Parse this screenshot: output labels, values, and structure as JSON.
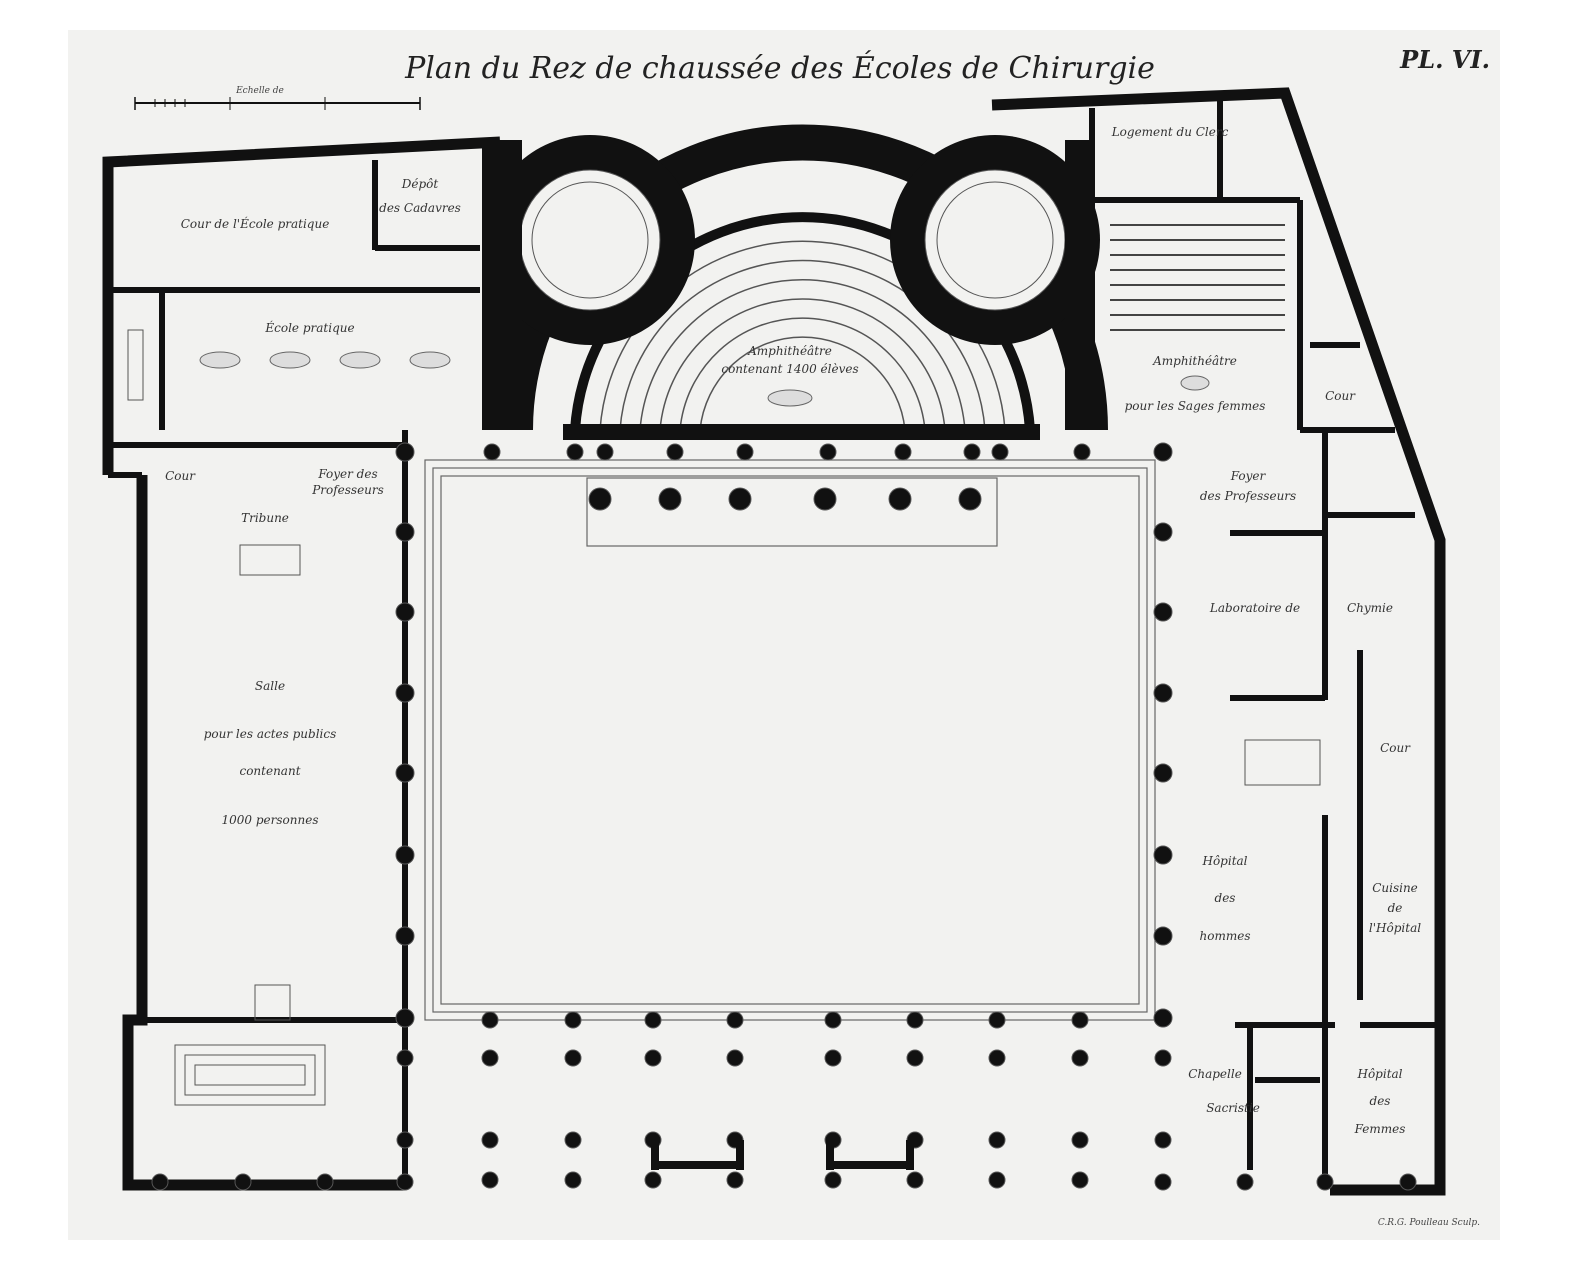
{
  "plate": {
    "title": "Plan du Rez de chaussée des Écoles de Chirurgie",
    "number": "PL. VI.",
    "scale_label": "Echelle de",
    "engraver": "C.R.G. Poulleau Sculp."
  },
  "labels": {
    "cour_ecole_pratique": "Cour de l'École pratique",
    "depot_cadavres_1": "Dépôt",
    "depot_cadavres_2": "des Cadavres",
    "ecole_pratique": "École pratique",
    "amphi_main_1": "Amphithéâtre",
    "amphi_main_2": "contenant 1400 élèves",
    "logement_clerc": "Logement du Clerc",
    "amphi_sages_1": "Amphithéâtre",
    "amphi_sages_2": "pour les Sages femmes",
    "cour_ne": "Cour",
    "cour_nw": "Cour",
    "foyer_prof_left_1": "Foyer des",
    "foyer_prof_left_2": "Professeurs",
    "tribune": "Tribune",
    "foyer_prof_right_1": "Foyer",
    "foyer_prof_right_2": "des Professeurs",
    "salle_1": "Salle",
    "salle_2": "pour les actes publics",
    "salle_3": "contenant",
    "salle_4": "1000 personnes",
    "laboratoire": "Laboratoire de",
    "chymie": "Chymie",
    "cour_e": "Cour",
    "hopital_hommes_1": "Hôpital",
    "hopital_hommes_2": "des",
    "hopital_hommes_3": "hommes",
    "cuisine_1": "Cuisine",
    "cuisine_2": "de",
    "cuisine_3": "l'Hôpital",
    "chapelle": "Chapelle",
    "sacristie": "Sacristie",
    "hopital_femmes_1": "Hôpital",
    "hopital_femmes_2": "des",
    "hopital_femmes_3": "Femmes"
  }
}
